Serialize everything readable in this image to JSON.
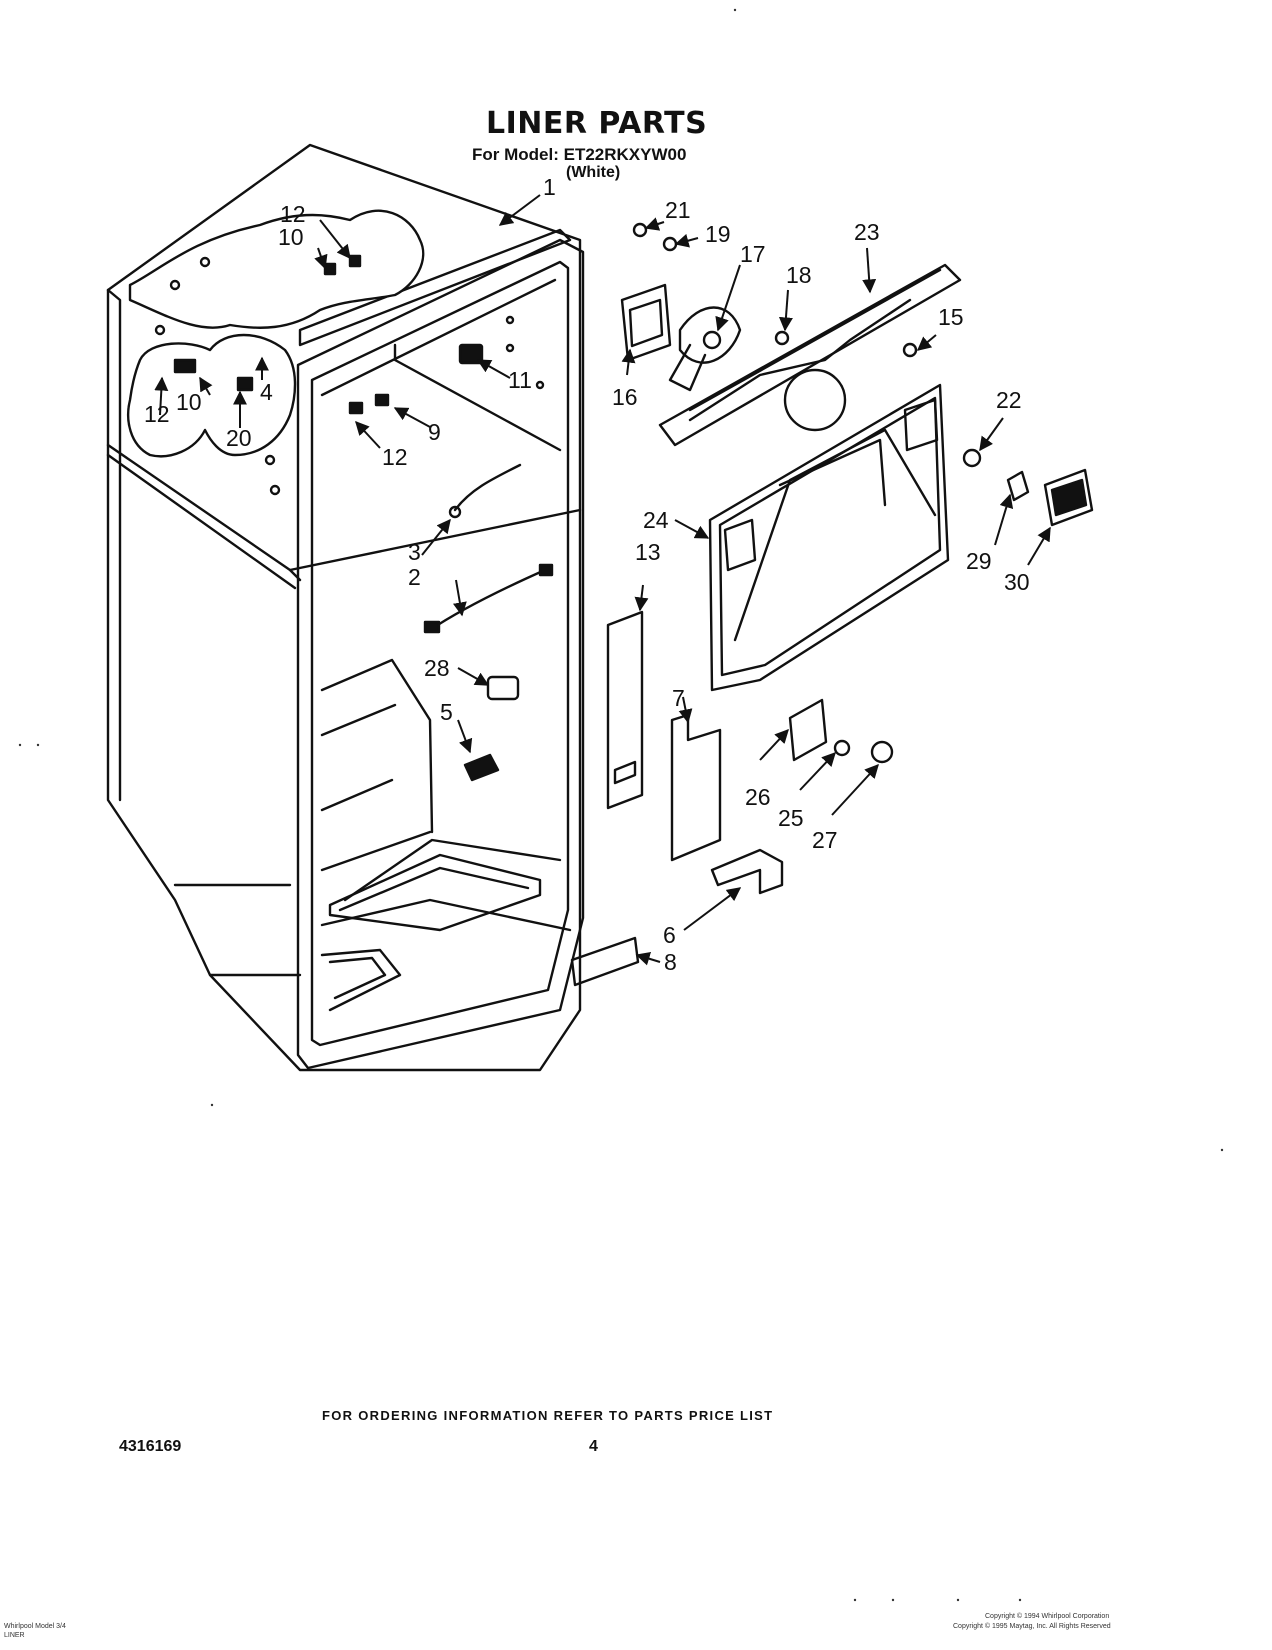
{
  "header": {
    "title": "LINER PARTS",
    "model": "For Model: ET22RKXYW00",
    "color": "(White)"
  },
  "callouts": [
    "1",
    "2",
    "3",
    "4",
    "5",
    "6",
    "7",
    "8",
    "9",
    "10",
    "11",
    "12",
    "13",
    "15",
    "16",
    "17",
    "18",
    "19",
    "20",
    "21",
    "22",
    "23",
    "24",
    "25",
    "26",
    "27",
    "28",
    "29",
    "30"
  ],
  "footer": {
    "ordering_note": "FOR ORDERING INFORMATION REFER TO PARTS PRICE LIST",
    "part_number": "4316169",
    "page_number": "4"
  },
  "fine_print": {
    "left_line1": "Whirlpool Model 3/4",
    "left_line2": "LINER",
    "right_line1": "Copyright © 1994 Whirlpool Corporation",
    "right_line2": "Copyright © 1995 Maytag, Inc.   All Rights Reserved"
  },
  "colors": {
    "ink": "#111111",
    "paper": "#ffffff"
  }
}
